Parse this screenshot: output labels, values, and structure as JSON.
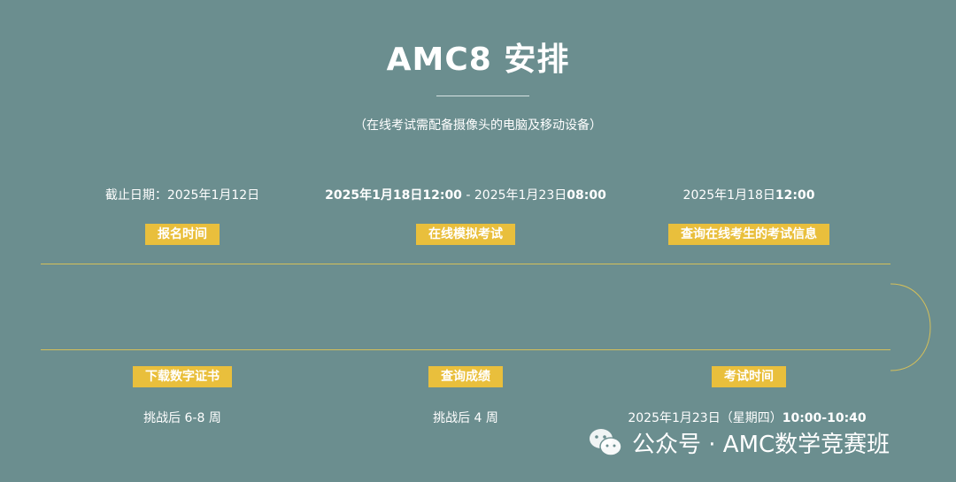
{
  "title": "AMC8 安排",
  "subtitle": "（在线考试需配备摄像头的电脑及移动设备）",
  "top_row": [
    {
      "text_parts": [
        {
          "text": "截止日期：2025年1月12日",
          "bold": false
        }
      ],
      "tag": "报名时间"
    },
    {
      "text_parts": [
        {
          "text": "2025年1月18日12:00",
          "bold": true
        },
        {
          "text": " - 2025年1月23日",
          "bold": false
        },
        {
          "text": "08:00",
          "bold": true
        }
      ],
      "tag": "在线模拟考试"
    },
    {
      "text_parts": [
        {
          "text": "2025年1月18日",
          "bold": false
        },
        {
          "text": "12:00",
          "bold": true
        }
      ],
      "tag": "查询在线考生的考试信息"
    }
  ],
  "bottom_row": [
    {
      "tag": "下载数字证书",
      "text": "挑战后 6-8 周"
    },
    {
      "tag": "查询成绩",
      "text": "挑战后 4 周"
    },
    {
      "tag": "考试时间",
      "date_text": "2025年1月23日（星期四）",
      "time_text": "10:00-10:40"
    }
  ],
  "watermark": {
    "text": "公众号 · AMC数学竞赛班",
    "icon": "wechat-icon"
  },
  "colors": {
    "background": "#6b8e8f",
    "accent": "#e9bf3c",
    "line": "#d4bf5a"
  }
}
